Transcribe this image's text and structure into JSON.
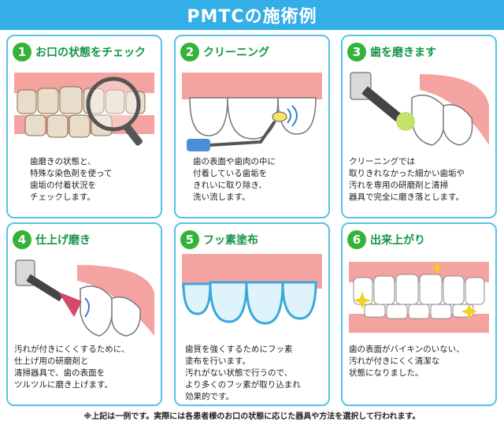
{
  "title": "PMTCの施術例",
  "steps": [
    {
      "num": "1",
      "title": "お口の状態をチェック",
      "text": "歯磨きの状態と、\n特殊な染色剤を使って\n歯垢の付着状況を\nチェックします。"
    },
    {
      "num": "2",
      "title": "クリーニング",
      "text": "歯の表面や歯肉の中に\n付着している歯垢を\nきれいに取り除き、\n洗い流します。"
    },
    {
      "num": "3",
      "title": "歯を磨きます",
      "text": "クリーニングでは\n取りきれなかった細かい歯垢や\n汚れを専用の研磨剤と清掃\n器具で完全に磨き落とします。"
    },
    {
      "num": "4",
      "title": "仕上げ磨き",
      "text": "汚れが付きにくくするために、\n仕上げ用の研磨剤と\n清掃器具で、歯の表面を\nツルツルに磨き上げます。"
    },
    {
      "num": "5",
      "title": "フッ素塗布",
      "text": "歯質を強くするためにフッ素\n塗布を行います。\n汚れがない状態で行うので、\nより多くのフッ素が取り込まれ\n効果的です。"
    },
    {
      "num": "6",
      "title": "出来上がり",
      "text": "歯の表面がバイキンのいない、\n汚れが付きにくく清潔な\n状態になりました。"
    }
  ],
  "footnote": "※上記は一例です。実際には各患者様のお口の状態に応じた器具や方法を選択して行われます。",
  "colors": {
    "banner": "#34aee6",
    "border": "#58c2ea",
    "step_green": "#34b33a",
    "gum": "#f4a3a0"
  }
}
